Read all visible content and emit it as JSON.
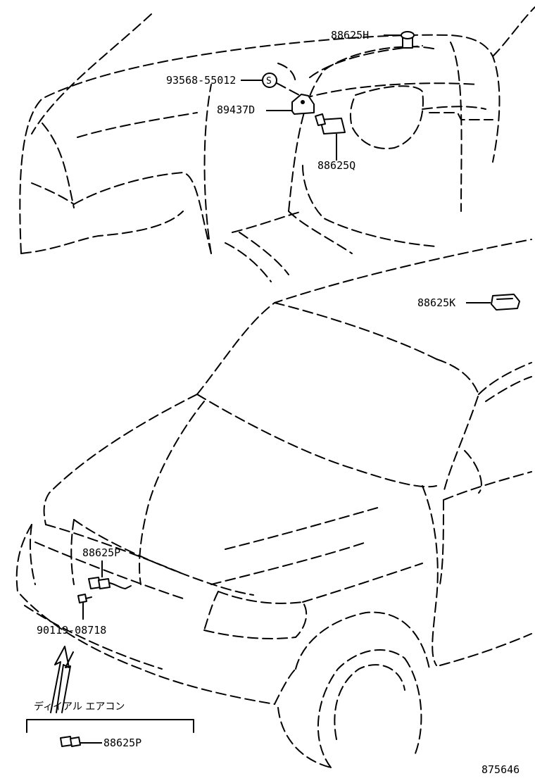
{
  "labels": {
    "p88625h": "88625H",
    "p93568": "93568-55012",
    "screw_mark": "S",
    "p89437d": "89437D",
    "p88625q": "88625Q",
    "p88625k": "88625K",
    "p88625p": "88625P",
    "p90119": "90119-08718",
    "p88625p_alt": "88625P"
  },
  "note": {
    "jp_label": "ディイアル エアコン"
  },
  "illustration_no": "875646"
}
